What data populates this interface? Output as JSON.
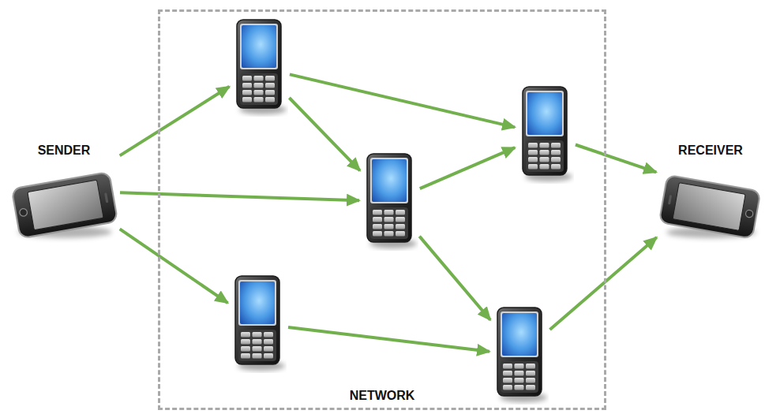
{
  "diagram": {
    "nodes": [
      {
        "text": [
          "SENDER"
        ]
      },
      {
        "text": [
          "NETWORK"
        ]
      },
      {
        "text": [],
        "in": 1
      },
      {
        "text": [],
        "in": 1
      },
      {
        "text": [],
        "in": 1
      },
      {
        "text": [],
        "in": 1
      },
      {
        "text": [],
        "in": 1
      },
      {
        "text": [
          "RECEIVER"
        ]
      }
    ],
    "edges": [
      {
        "from": 0,
        "to": 2,
        "arrow": "to"
      },
      {
        "from": 0,
        "to": 4,
        "arrow": "to"
      },
      {
        "from": 0,
        "to": 5,
        "arrow": "to"
      },
      {
        "from": 2,
        "to": 3,
        "arrow": "to"
      },
      {
        "from": 2,
        "to": 4,
        "arrow": "to"
      },
      {
        "from": 4,
        "to": 3,
        "arrow": "to"
      },
      {
        "from": 4,
        "to": 6,
        "arrow": "to"
      },
      {
        "from": 5,
        "to": 6,
        "arrow": "to"
      },
      {
        "from": 3,
        "to": 7,
        "arrow": "to"
      },
      {
        "from": 6,
        "to": 7,
        "arrow": "to"
      }
    ]
  }
}
